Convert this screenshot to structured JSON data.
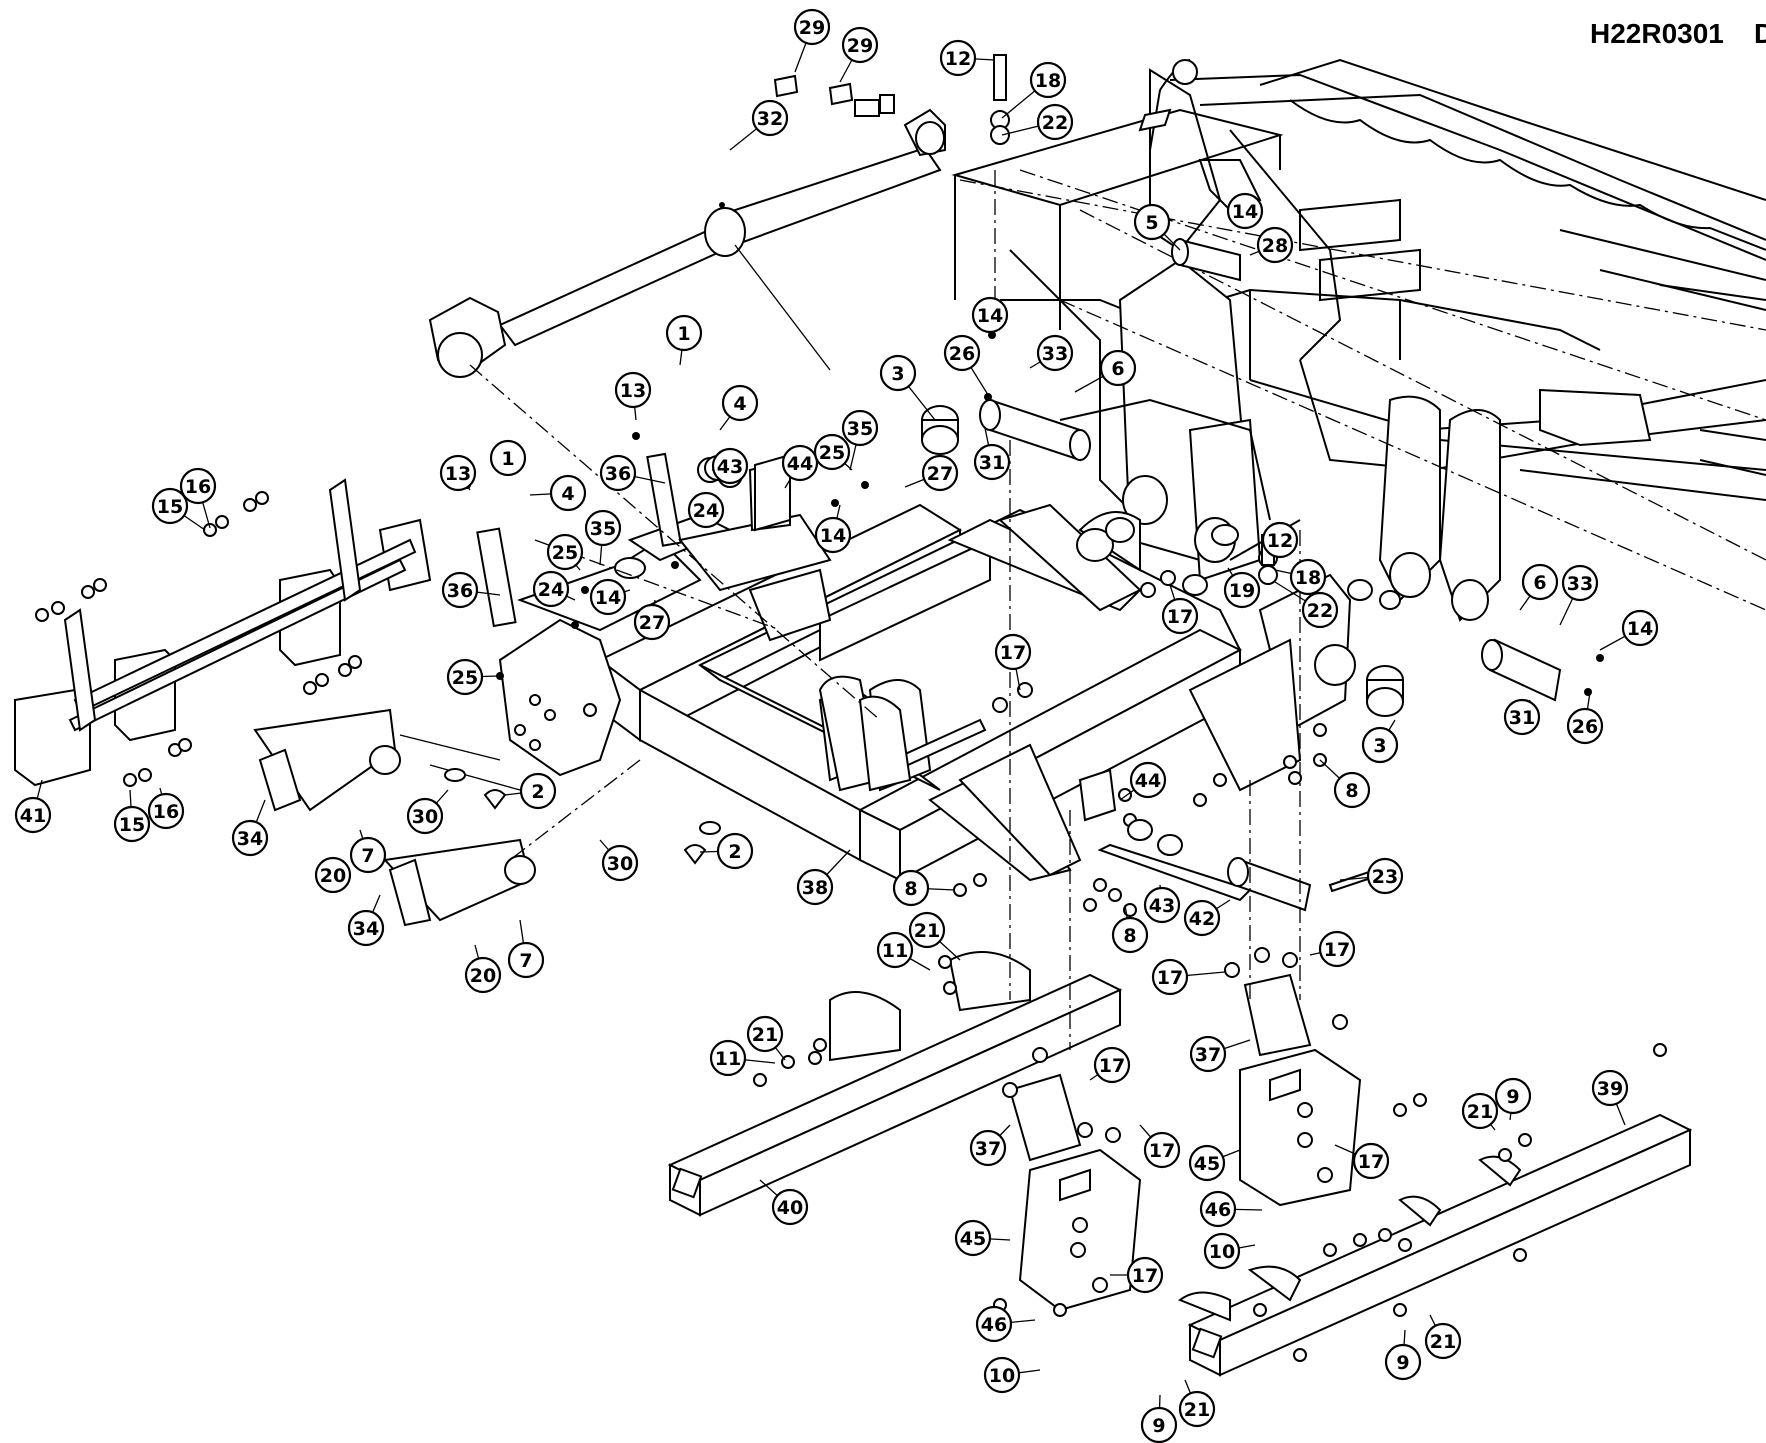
{
  "document": {
    "drawing_number": "H22R0301",
    "sheet_code": "D"
  },
  "callouts": [
    {
      "label": "29"
    },
    {
      "label": "29"
    },
    {
      "label": "12"
    },
    {
      "label": "18"
    },
    {
      "label": "22"
    },
    {
      "label": "32"
    },
    {
      "label": "5"
    },
    {
      "label": "14"
    },
    {
      "label": "28"
    },
    {
      "label": "14"
    },
    {
      "label": "26"
    },
    {
      "label": "33"
    },
    {
      "label": "6"
    },
    {
      "label": "3"
    },
    {
      "label": "31"
    },
    {
      "label": "1"
    },
    {
      "label": "13"
    },
    {
      "label": "4"
    },
    {
      "label": "43"
    },
    {
      "label": "44"
    },
    {
      "label": "35"
    },
    {
      "label": "25"
    },
    {
      "label": "27"
    },
    {
      "label": "36"
    },
    {
      "label": "24"
    },
    {
      "label": "14"
    },
    {
      "label": "1"
    },
    {
      "label": "13"
    },
    {
      "label": "4"
    },
    {
      "label": "16"
    },
    {
      "label": "15"
    },
    {
      "label": "35"
    },
    {
      "label": "25"
    },
    {
      "label": "24"
    },
    {
      "label": "36"
    },
    {
      "label": "14"
    },
    {
      "label": "27"
    },
    {
      "label": "25"
    },
    {
      "label": "17"
    },
    {
      "label": "12"
    },
    {
      "label": "19"
    },
    {
      "label": "18"
    },
    {
      "label": "22"
    },
    {
      "label": "6"
    },
    {
      "label": "33"
    },
    {
      "label": "14"
    },
    {
      "label": "31"
    },
    {
      "label": "26"
    },
    {
      "label": "3"
    },
    {
      "label": "17"
    },
    {
      "label": "8"
    },
    {
      "label": "41"
    },
    {
      "label": "15"
    },
    {
      "label": "16"
    },
    {
      "label": "2"
    },
    {
      "label": "30"
    },
    {
      "label": "34"
    },
    {
      "label": "7"
    },
    {
      "label": "20"
    },
    {
      "label": "30"
    },
    {
      "label": "2"
    },
    {
      "label": "34"
    },
    {
      "label": "7"
    },
    {
      "label": "20"
    },
    {
      "label": "44"
    },
    {
      "label": "38"
    },
    {
      "label": "8"
    },
    {
      "label": "43"
    },
    {
      "label": "42"
    },
    {
      "label": "23"
    },
    {
      "label": "8"
    },
    {
      "label": "21"
    },
    {
      "label": "11"
    },
    {
      "label": "17"
    },
    {
      "label": "17"
    },
    {
      "label": "37"
    },
    {
      "label": "11"
    },
    {
      "label": "21"
    },
    {
      "label": "17"
    },
    {
      "label": "17"
    },
    {
      "label": "37"
    },
    {
      "label": "45"
    },
    {
      "label": "9"
    },
    {
      "label": "21"
    },
    {
      "label": "39"
    },
    {
      "label": "17"
    },
    {
      "label": "40"
    },
    {
      "label": "46"
    },
    {
      "label": "10"
    },
    {
      "label": "45"
    },
    {
      "label": "17"
    },
    {
      "label": "46"
    },
    {
      "label": "10"
    },
    {
      "label": "9"
    },
    {
      "label": "21"
    },
    {
      "label": "9"
    },
    {
      "label": "21"
    }
  ]
}
